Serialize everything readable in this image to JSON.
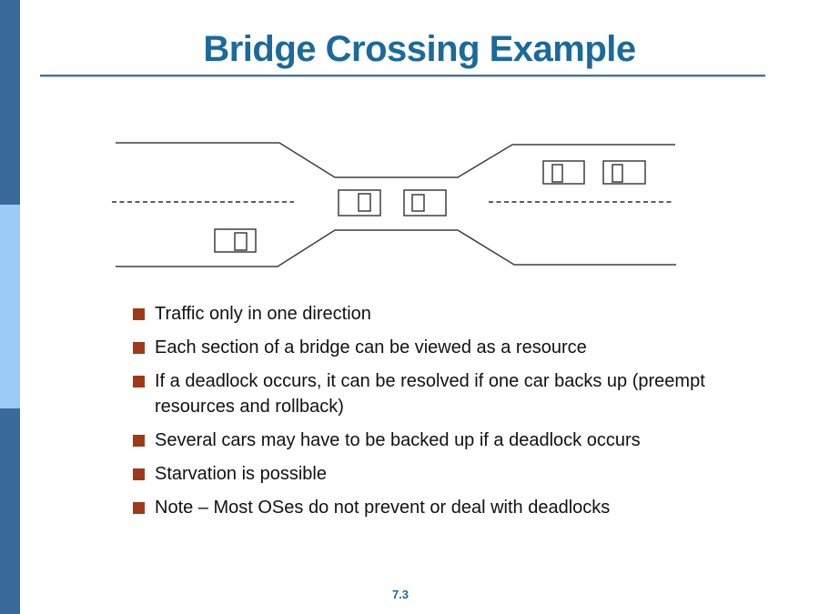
{
  "slide": {
    "title": "Bridge Crossing Example",
    "page_number": "7.3"
  },
  "bullets": [
    {
      "text": "Traffic only in one direction"
    },
    {
      "text": "Each section of a bridge can be viewed as a resource"
    },
    {
      "text": "If a deadlock occurs, it can be resolved if one car backs up (preempt resources and rollback)"
    },
    {
      "text": "Several cars may have to be backed up if a deadlock occurs"
    },
    {
      "text": "Starvation is possible"
    },
    {
      "text": "Note – Most OSes do not prevent or deal with deadlocks"
    }
  ],
  "diagram": {
    "type": "one-lane bridge traffic diagram",
    "description": "Two-lane road narrowing to a single-lane bridge",
    "cars": [
      {
        "id": "car-left-lower-lane",
        "location": "left road, lower lane, approaching bridge"
      },
      {
        "id": "car-bridge-1",
        "location": "on bridge, left position"
      },
      {
        "id": "car-bridge-2",
        "location": "on bridge, right position"
      },
      {
        "id": "car-right-upper-1",
        "location": "right road, upper lane"
      },
      {
        "id": "car-right-upper-2",
        "location": "right road, upper lane"
      }
    ]
  },
  "colors": {
    "accent_blue": "#1a6a9b",
    "sidebar_dark": "#3a699c",
    "sidebar_light": "#9dcbf8",
    "rule_blue": "#4a7096",
    "bullet_rust": "#9e3a17",
    "diagram_stroke": "#3f3f3f",
    "text_black": "#111111"
  }
}
